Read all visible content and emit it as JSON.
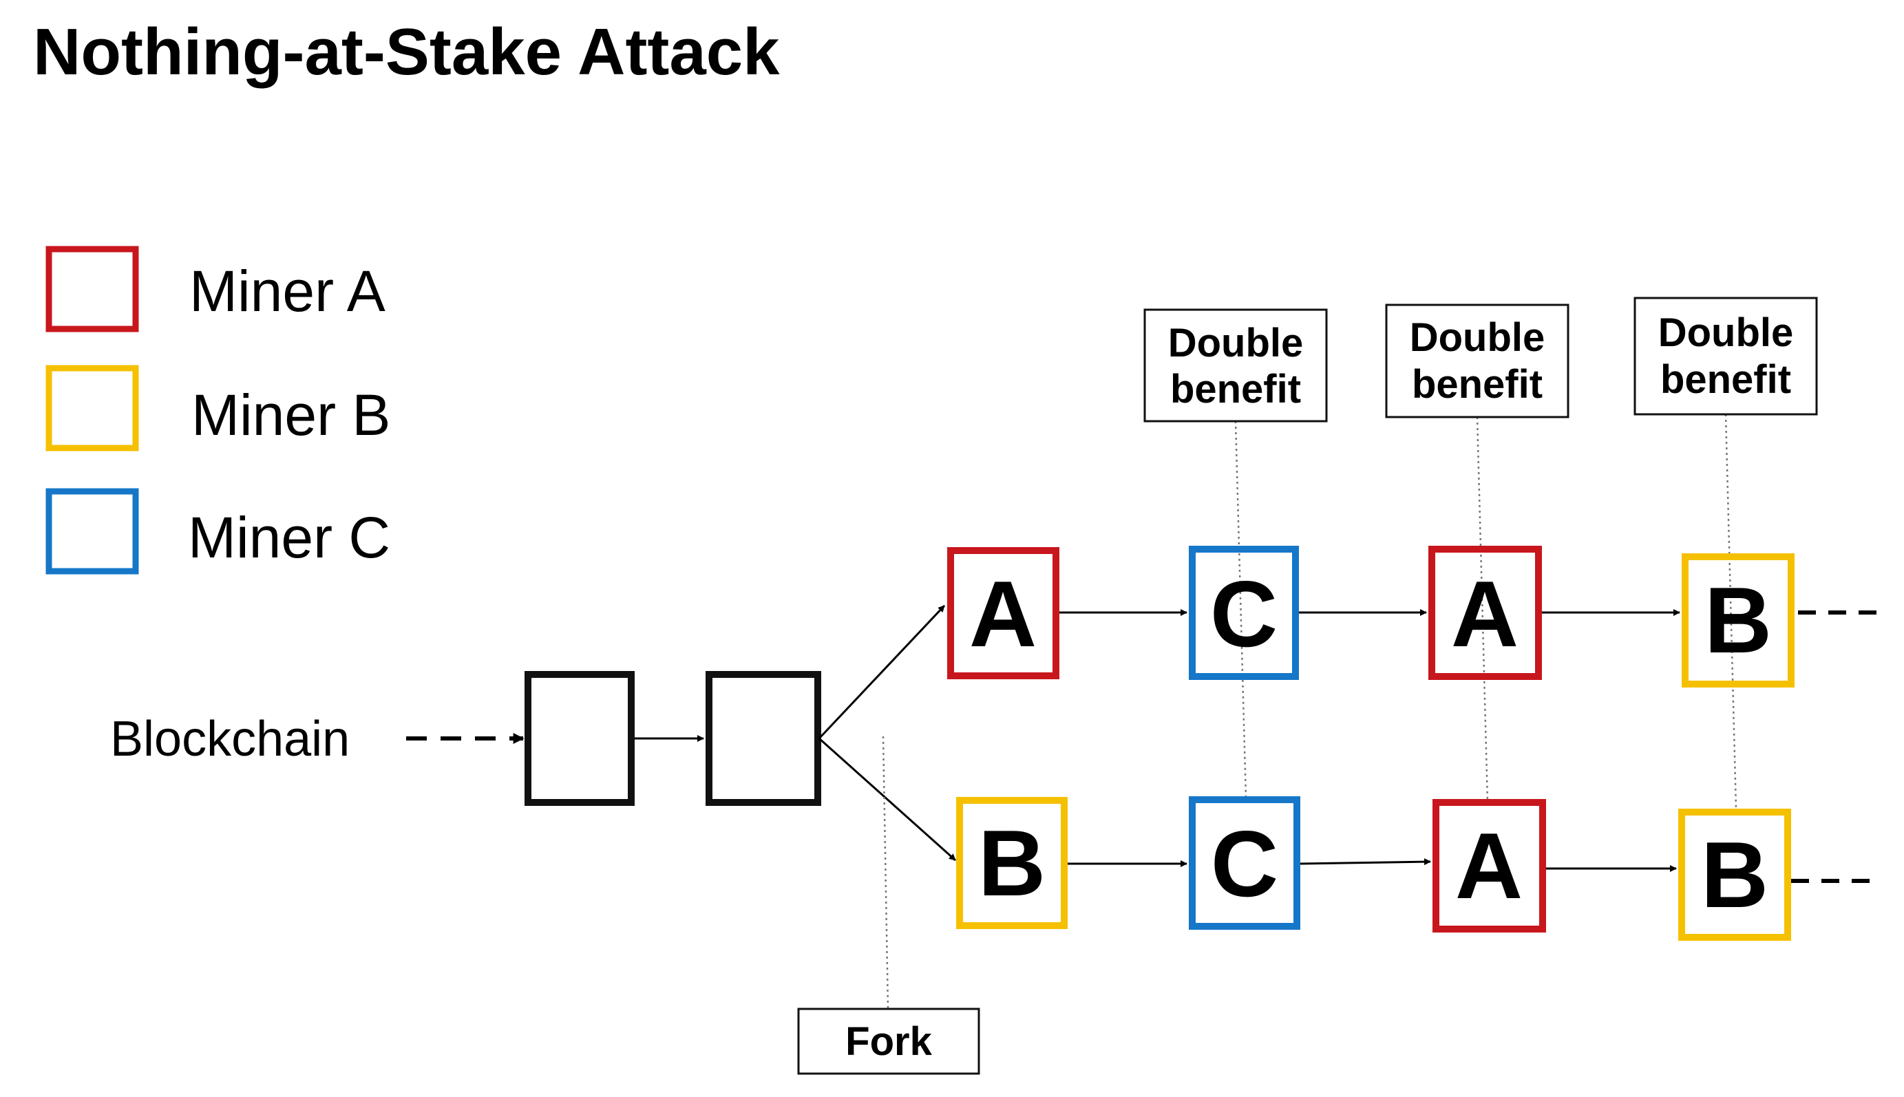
{
  "title": "Nothing-at-Stake Attack",
  "legend": [
    {
      "label": "Miner A",
      "color": "#C8161D"
    },
    {
      "label": "Miner B",
      "color": "#F5C000"
    },
    {
      "label": "Miner C",
      "color": "#1677C8"
    }
  ],
  "chain_label": "Blockchain",
  "top_branch": [
    "A",
    "C",
    "A",
    "B"
  ],
  "bottom_branch": [
    "B",
    "C",
    "A",
    "B"
  ],
  "callouts": [
    {
      "line1": "Double",
      "line2": "benefit"
    },
    {
      "line1": "Double",
      "line2": "benefit"
    },
    {
      "line1": "Double",
      "line2": "benefit"
    }
  ],
  "fork_label": "Fork"
}
